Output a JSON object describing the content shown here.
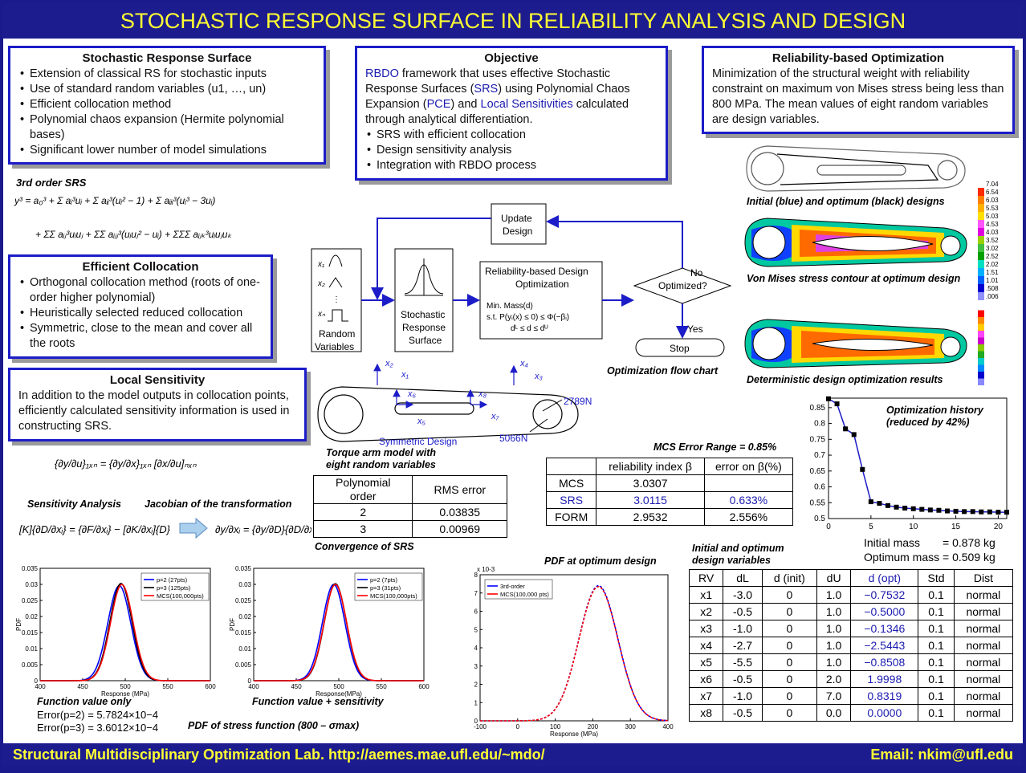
{
  "header": {
    "title": "STOCHASTIC RESPONSE SURFACE IN RELIABILITY ANALYSIS AND DESIGN"
  },
  "footer": {
    "lab": "Structural Multidisciplinary Optimization Lab. http://aemes.mae.ufl.edu/~mdo/",
    "email": "Email: nkim@ufl.edu"
  },
  "srs_box": {
    "title": "Stochastic Response Surface",
    "items": [
      "Extension of classical RS for stochastic inputs",
      "Use of standard random variables (u1, …, un)",
      "Efficient collocation method",
      "Polynomial chaos expansion (Hermite polynomial bases)",
      "Significant lower number of model simulations"
    ]
  },
  "objective_box": {
    "title": "Objective",
    "l1a": "RBDO",
    "l1b": " framework that uses effective Stochastic",
    "l2a": "Response Surfaces (",
    "l2b": "SRS",
    "l2c": ") using Polynomial Chaos",
    "l3a": "Expansion (",
    "l3b": "PCE",
    "l3c": ") and ",
    "l3d": "Local Sensitivities",
    "l3e": " calculated",
    "l4": "through analytical differentiation.",
    "items": [
      "SRS with efficient collocation",
      "Design sensitivity analysis",
      "Integration with RBDO process"
    ]
  },
  "rbo_box": {
    "title": "Reliability-based Optimization",
    "text": "Minimization of the structural weight with reliability constraint on maximum von Mises stress being less than 800 MPa. The mean values of eight random variables are design variables."
  },
  "collocation_box": {
    "title": "Efficient Collocation",
    "items": [
      "Orthogonal collocation method (roots of one-order higher polynomial)",
      "Heuristically selected reduced collocation",
      "Symmetric, close to the mean and cover all the roots"
    ]
  },
  "sensitivity_box": {
    "title": "Local Sensitivity",
    "text": "In addition to the model outputs in collocation points, efficiently calculated sensitivity information is used in constructing SRS."
  },
  "srs3": {
    "label": "3rd order SRS"
  },
  "captions": {
    "initial_designs": "Initial (blue) and optimum (black) designs",
    "von_mises": "Von Mises stress contour at optimum design",
    "deterministic": "Deterministic design optimization results",
    "flowchart": "Optimization flow chart",
    "torque_arm": "Torque arm model with\neight random variables",
    "convergence": "Convergence of SRS",
    "sens_analysis": "Sensitivity Analysis",
    "jacobian": "Jacobian of the transformation",
    "mcs_range": "MCS Error Range = 0.85%",
    "pdf_opt": "PDF at optimum design",
    "func_only": "Function value only",
    "func_sens": "Function value + sensitivity",
    "pdf_stress": "PDF of stress function (800 – σmax)",
    "init_opt_dv": "Initial and optimum\ndesign variables",
    "opt_history": "Optimization history\n(reduced by 42%)"
  },
  "errors": {
    "e1": "Error(p=2) = 5.7824×10−4",
    "e2": "Error(p=3) = 3.6012×10−4"
  },
  "mass": {
    "l1": "Initial mass",
    "v1": "= 0.878 kg",
    "l2": "Optimum mass",
    "v2": "= 0.509 kg"
  },
  "flow": {
    "update": "Update\nDesign",
    "rbdo": "Reliability-based Design\nOptimization",
    "srs": "Stochastic\nResponse\nSurface",
    "random": "Random\nVariables",
    "optimized": "Optimized?",
    "no": "No",
    "yes": "Yes",
    "stop": "Stop",
    "min": "Min.  Mass(d)",
    "st": "s.t.   P(yi(x) ≤ 0) ≤ Φ(−βi)",
    "bounds": "dL ≤ d ≤ dU"
  },
  "torque": {
    "f1": "2789N",
    "f2": "5066N",
    "sym": "Symmetric Design"
  },
  "conv_table": {
    "header": [
      "Polynomial\norder",
      "RMS error"
    ],
    "rows": [
      [
        "2",
        "0.03835"
      ],
      [
        "3",
        "0.00969"
      ]
    ]
  },
  "mcs_table": {
    "header": [
      "",
      "reliability index β",
      "error on β(%)"
    ],
    "rows": [
      [
        "MCS",
        "3.0307",
        ""
      ],
      [
        "SRS",
        "3.0115",
        "0.633%"
      ],
      [
        "FORM",
        "2.9532",
        "2.556%"
      ]
    ]
  },
  "dv_table": {
    "header": [
      "RV",
      "dL",
      "d (init)",
      "dU",
      "d (opt)",
      "Std",
      "Dist"
    ],
    "rows": [
      [
        "x1",
        "-3.0",
        "0",
        "1.0",
        "−0.7532",
        "0.1",
        "normal"
      ],
      [
        "x2",
        "-0.5",
        "0",
        "1.0",
        "−0.5000",
        "0.1",
        "normal"
      ],
      [
        "x3",
        "-1.0",
        "0",
        "1.0",
        "−0.1346",
        "0.1",
        "normal"
      ],
      [
        "x4",
        "-2.7",
        "0",
        "1.0",
        "−2.5443",
        "0.1",
        "normal"
      ],
      [
        "x5",
        "-5.5",
        "0",
        "1.0",
        "−0.8508",
        "0.1",
        "normal"
      ],
      [
        "x6",
        "-0.5",
        "0",
        "2.0",
        "1.9998",
        "0.1",
        "normal"
      ],
      [
        "x7",
        "-1.0",
        "0",
        "7.0",
        "0.8319",
        "0.1",
        "normal"
      ],
      [
        "x8",
        "-0.5",
        "0",
        "0.0",
        "0.0000",
        "0.1",
        "normal"
      ]
    ]
  },
  "colorbar": {
    "labels": [
      "7.04",
      "6.54",
      "6.03",
      "5.53",
      "5.03",
      "4.53",
      "4.03",
      "3.52",
      "3.02",
      "2.52",
      "2.02",
      "1.51",
      "1.01",
      ".508",
      ".006"
    ],
    "colors": [
      "#ffffff",
      "#ff2a00",
      "#ff7f00",
      "#ffb000",
      "#ffe000",
      "#ff55ff",
      "#e000e0",
      "#9ad000",
      "#40c040",
      "#00a000",
      "#00e0c0",
      "#00b0ff",
      "#0060ff",
      "#0000d0",
      "#9090ff"
    ]
  },
  "chart_data": [
    {
      "type": "line",
      "title": "Optimization history",
      "x": [
        0,
        1,
        2,
        3,
        4,
        5,
        6,
        7,
        8,
        9,
        10,
        11,
        12,
        13,
        14,
        15,
        16,
        17,
        18,
        19,
        20,
        21
      ],
      "y": [
        0.878,
        0.862,
        0.783,
        0.765,
        0.655,
        0.553,
        0.548,
        0.541,
        0.536,
        0.533,
        0.531,
        0.529,
        0.527,
        0.526,
        0.524,
        0.523,
        0.522,
        0.522,
        0.521,
        0.521,
        0.52,
        0.52
      ],
      "xticks": [
        "0",
        "5",
        "10",
        "15",
        "20"
      ],
      "yticks": [
        "0.5",
        "0.55",
        "0.6",
        "0.65",
        "0.7",
        "0.75",
        "0.8",
        "0.85"
      ],
      "xlim": [
        0,
        21
      ],
      "ylim": [
        0.5,
        0.88
      ]
    },
    {
      "type": "line",
      "ylabel": "PDF",
      "xlabel": "Response (MPa)",
      "xlim": [
        400,
        600
      ],
      "ylim": [
        0,
        0.035
      ],
      "xticks": [
        "400",
        "450",
        "500",
        "550",
        "600"
      ],
      "yticks": [
        "0",
        "0.005",
        "0.01",
        "0.015",
        "0.02",
        "0.025",
        "0.03",
        "0.035"
      ],
      "series": [
        {
          "name": "p=2 (27pts)",
          "color": "#0000ff",
          "mean": 493,
          "sd": 13.5,
          "peak": 0.0296
        },
        {
          "name": "p=3 (125pts)",
          "color": "#000000",
          "mean": 495,
          "sd": 13.0,
          "peak": 0.0303
        },
        {
          "name": "MCS(100,000pts)",
          "color": "#ff0000",
          "mean": 496,
          "sd": 13.2,
          "peak": 0.03
        }
      ]
    },
    {
      "type": "line",
      "ylabel": "PDF",
      "xlabel": "Response(MPa)",
      "xlim": [
        400,
        600
      ],
      "ylim": [
        0,
        0.035
      ],
      "xticks": [
        "400",
        "450",
        "500",
        "550",
        "600"
      ],
      "yticks": [
        "0",
        "0.005",
        "0.01",
        "0.015",
        "0.02",
        "0.025",
        "0.03",
        "0.035"
      ],
      "series": [
        {
          "name": "p=2 (7pts)",
          "color": "#0000ff",
          "mean": 494,
          "sd": 13.2,
          "peak": 0.03
        },
        {
          "name": "p=3 (31pts)",
          "color": "#000000",
          "mean": 496,
          "sd": 13.0,
          "peak": 0.0302
        },
        {
          "name": "MCS(100,000pts)",
          "color": "#ff0000",
          "mean": 496,
          "sd": 13.2,
          "peak": 0.03
        }
      ]
    },
    {
      "type": "line",
      "ylabel": "PDF",
      "xlabel": "Response (MPa)",
      "xlim": [
        -100,
        400
      ],
      "ylim": [
        0,
        8
      ],
      "yscale_label": "x 10-3",
      "xticks": [
        "-100",
        "0",
        "100",
        "200",
        "300",
        "400"
      ],
      "yticks": [
        "0",
        "1",
        "2",
        "3",
        "4",
        "5",
        "6",
        "7",
        "8"
      ],
      "series": [
        {
          "name": "3rd-order",
          "color": "#0000ff",
          "mean": 215,
          "sd": 52,
          "peak": 7.4
        },
        {
          "name": "MCS(100,000 pts)",
          "color": "#ff0000",
          "mean": 215,
          "sd": 52,
          "peak": 7.35
        }
      ]
    }
  ]
}
